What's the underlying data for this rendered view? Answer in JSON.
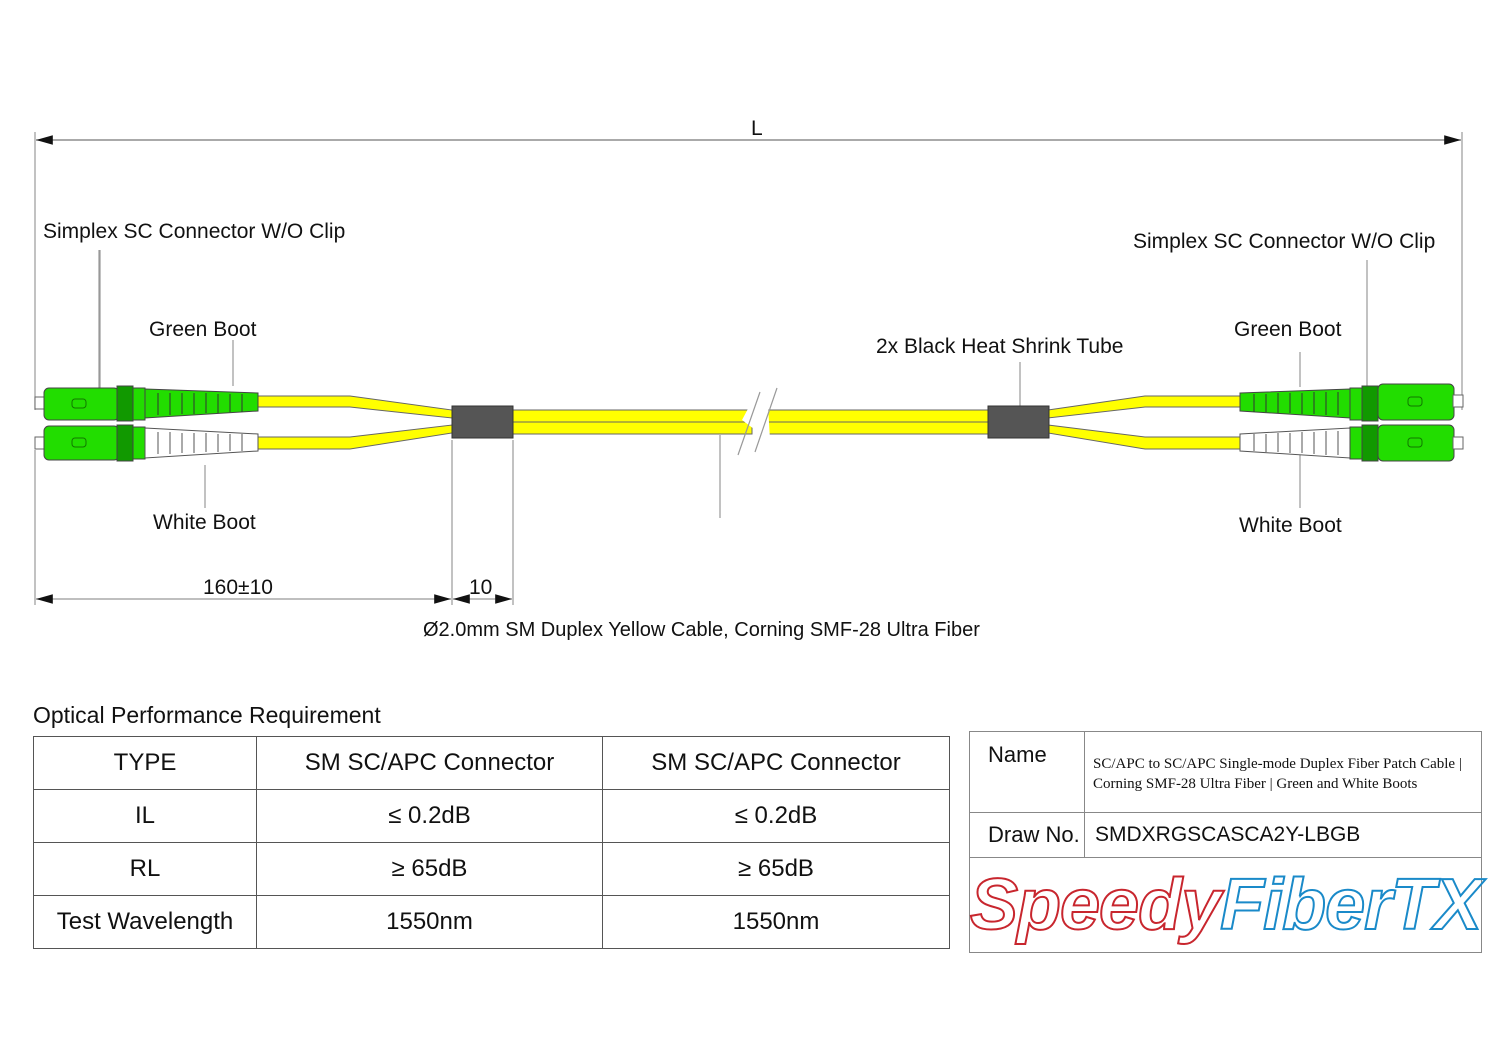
{
  "drawing": {
    "overall_length_label": "L",
    "left_connector_label": "Simplex SC Connector W/O Clip",
    "right_connector_label": "Simplex SC Connector W/O Clip",
    "left_green_boot_label": "Green Boot",
    "right_green_boot_label": "Green Boot",
    "left_white_boot_label": "White Boot",
    "right_white_boot_label": "White Boot",
    "heat_shrink_label": "2x Black Heat Shrink Tube",
    "breakout_length_label": "160±10",
    "heat_shrink_length_label": "10",
    "cable_label": "Ø2.0mm SM Duplex Yellow Cable, Corning SMF-28 Ultra Fiber",
    "colors": {
      "cable": "#ffff00",
      "connector": "#22dd00",
      "connector_dark": "#119900",
      "heat_shrink": "#555555",
      "white_boot": "#ffffff"
    }
  },
  "performance": {
    "title": "Optical Performance Requirement",
    "header": [
      "TYPE",
      "SM SC/APC Connector",
      "SM SC/APC Connector"
    ],
    "rows": [
      [
        "IL",
        "≤ 0.2dB",
        "≤ 0.2dB"
      ],
      [
        "RL",
        "≥ 65dB",
        "≥ 65dB"
      ],
      [
        "Test Wavelength",
        "1550nm",
        "1550nm"
      ]
    ]
  },
  "info": {
    "name_label": "Name",
    "name_value": "SC/APC to SC/APC Single-mode Duplex Fiber Patch Cable | Corning SMF-28 Ultra Fiber | Green and White Boots",
    "draw_no_label": "Draw No.",
    "draw_no_value": "SMDXRGSCASCA2Y-LBGB",
    "logo_part1": "Speedy",
    "logo_part2": "FiberTX",
    "logo_colors": {
      "speedy": "#c8262e",
      "fibertx": "#1a8ac9"
    }
  }
}
